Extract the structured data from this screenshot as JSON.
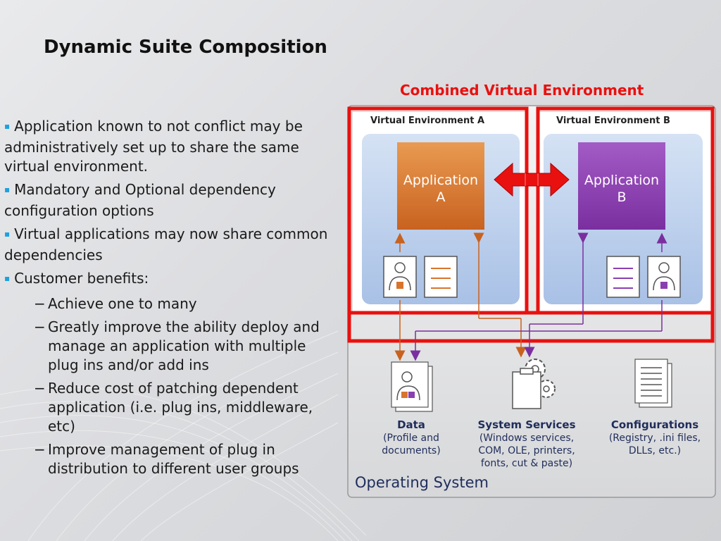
{
  "slide": {
    "title": "Dynamic Suite Composition"
  },
  "bullets": {
    "items": [
      "Application known to not conflict may be administratively set up to share the same virtual environment.",
      "Mandatory and Optional dependency configuration options",
      "Virtual applications may now share common dependencies",
      "Customer benefits:"
    ],
    "sub_items": [
      "Achieve one to many",
      "Greatly improve the ability deploy and manage an application with multiple plug ins and/or add ins",
      "Reduce cost of patching dependent application (i.e. plug ins, middleware, etc)",
      "Improve management of plug in distribution to different user groups"
    ],
    "marker": "▪",
    "dash": "−"
  },
  "diagram": {
    "combined_label": "Combined Virtual Environment",
    "env_a_label": "Virtual Environment A",
    "env_b_label": "Virtual Environment B",
    "app_a_line1": "Application",
    "app_a_line2": "A",
    "app_b_line1": "Application",
    "app_b_line2": "B",
    "data_title": "Data",
    "data_sub1": "(Profile and",
    "data_sub2": "documents)",
    "services_title": "System Services",
    "services_sub1": "(Windows services,",
    "services_sub2": "COM, OLE, printers,",
    "services_sub3": "fonts, cut & paste)",
    "config_title": "Configurations",
    "config_sub1": "(Registry, .ini files,",
    "config_sub2": "DLLs, etc.)",
    "os_label": "Operating System",
    "colors": {
      "highlight_red": "#e8110f",
      "app_a_orange": "#d9742d",
      "app_b_purple": "#8a3fb0",
      "env_blue": "#b9cdea"
    }
  }
}
